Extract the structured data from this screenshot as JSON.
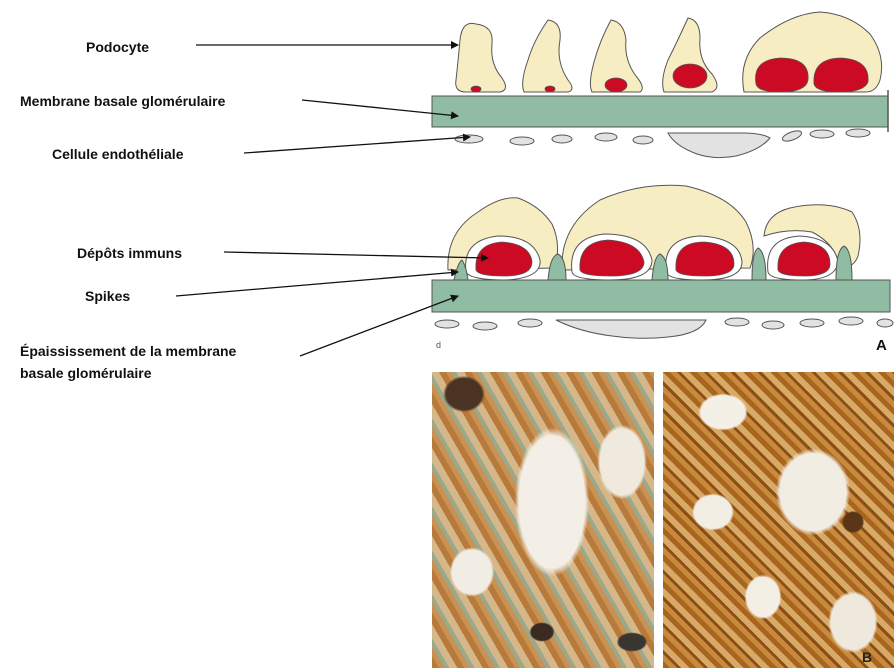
{
  "labels": {
    "podocyte": "Podocyte",
    "membrane": "Membrane basale glomérulaire",
    "endothelial": "Cellule endothéliale",
    "deposits": "Dépôts immuns",
    "spikes": "Spikes",
    "thickening_line1": "Épaississement de la membrane",
    "thickening_line2": "basale glomérulaire"
  },
  "panel_letters": {
    "a": "A",
    "b": "B"
  },
  "colors": {
    "podocyte_fill": "#f7edc3",
    "membrane_fill": "#8fbca2",
    "deposit_fill": "#cc0a23",
    "endothelial_fill": "#e2e2e2",
    "outline": "#555555"
  }
}
